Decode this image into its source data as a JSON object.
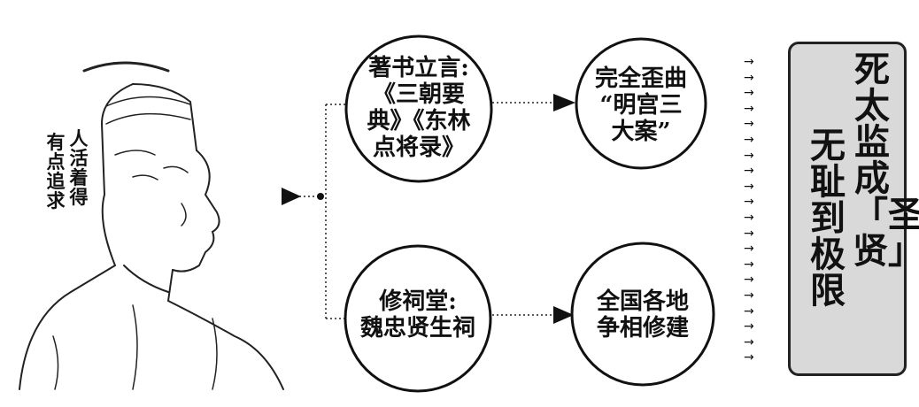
{
  "portrait_caption": {
    "col_right": "人活着得",
    "col_left": "有点追求"
  },
  "nodes": {
    "top_left": {
      "lines": [
        "著书立言:",
        "《三朝要",
        "典》《东林",
        "点将录》"
      ]
    },
    "top_right": {
      "lines": [
        "完全歪曲",
        "“明宫三",
        "大案”"
      ]
    },
    "bottom_left": {
      "lines": [
        "修祠堂:",
        "魏忠贤生祠"
      ]
    },
    "bottom_right": {
      "lines": [
        "全国各地",
        "争相修建"
      ]
    }
  },
  "conclusion": {
    "col_right": "死太监成「圣贤」:",
    "col_left": "无耻到极限"
  },
  "arrow_glyph": "→",
  "arrow_count": 20,
  "colors": {
    "box_fill": "#d9d9d9",
    "line": "#222222"
  }
}
